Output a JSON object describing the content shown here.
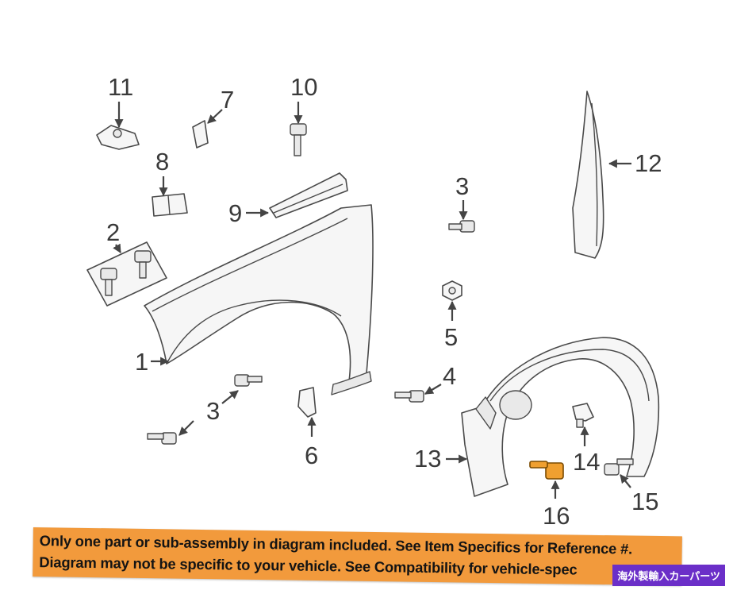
{
  "callouts": {
    "c1": "1",
    "c2": "2",
    "c3a": "3",
    "c3b": "3",
    "c4": "4",
    "c5": "5",
    "c6": "6",
    "c7": "7",
    "c8": "8",
    "c9": "9",
    "c10": "10",
    "c11": "11",
    "c12": "12",
    "c13": "13",
    "c14": "14",
    "c15": "15",
    "c16": "16"
  },
  "notice": {
    "line1": "Only one part or sub-assembly in diagram included. See Item Specifics for Reference #.",
    "line2": "Diagram may not be specific to your vehicle. See Compatibility for vehicle-spec"
  },
  "badge": "海外製輸入カーパーツ",
  "colors": {
    "highlight": "#f0a030",
    "banner": "#f29a3c",
    "badge": "#6b2fc8"
  }
}
